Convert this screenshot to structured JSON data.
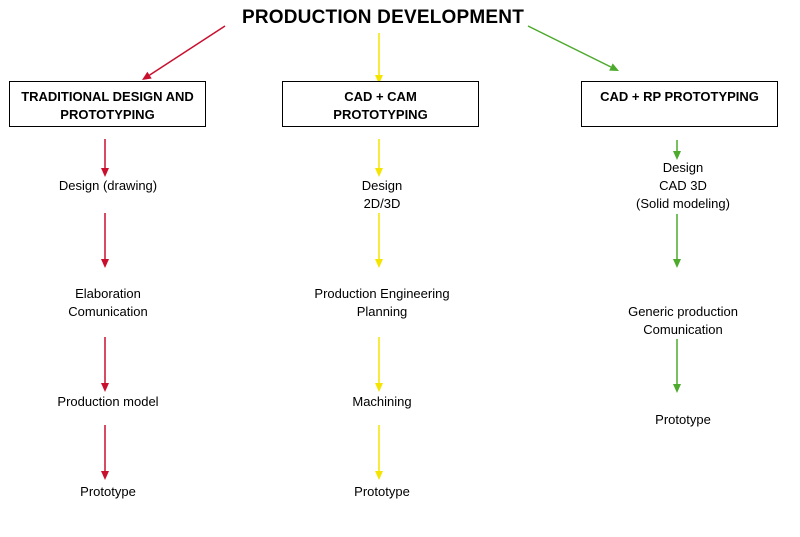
{
  "title": "PRODUCTION DEVELOPMENT",
  "colors": {
    "red": "#c8102e",
    "yellow": "#f5e400",
    "green": "#4caa2c"
  },
  "columns": [
    {
      "heading": [
        "TRADITIONAL DESIGN AND",
        "PROTOTYPING"
      ],
      "color": "red",
      "steps": [
        [
          "Design (drawing)"
        ],
        [
          "Elaboration",
          "Comunication"
        ],
        [
          "Production model"
        ],
        [
          "Prototype"
        ]
      ]
    },
    {
      "heading": [
        "CAD + CAM",
        "PROTOTYPING"
      ],
      "color": "yellow",
      "steps": [
        [
          "Design",
          "2D/3D"
        ],
        [
          "Production Engineering",
          "Planning"
        ],
        [
          "Machining"
        ],
        [
          "Prototype"
        ]
      ]
    },
    {
      "heading": [
        "CAD + RP PROTOTYPING"
      ],
      "color": "green",
      "steps": [
        [
          "Design",
          "CAD 3D",
          "(Solid modeling)"
        ],
        [
          "Generic production",
          "Comunication"
        ],
        [
          "Prototype"
        ]
      ]
    }
  ]
}
